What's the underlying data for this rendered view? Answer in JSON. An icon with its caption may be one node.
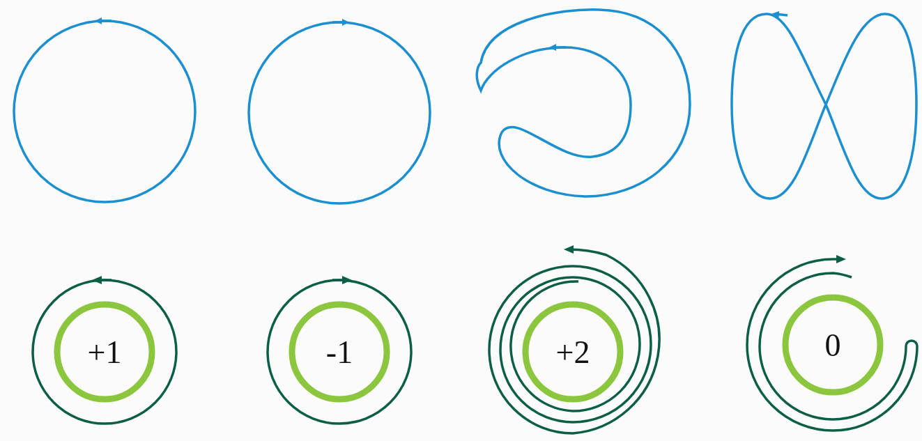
{
  "diagram": {
    "nodes": [
      {
        "text": [
          "+1"
        ]
      },
      {
        "text": [
          "-1"
        ]
      },
      {
        "text": [
          "+2"
        ]
      },
      {
        "text": [
          "0"
        ]
      }
    ]
  }
}
